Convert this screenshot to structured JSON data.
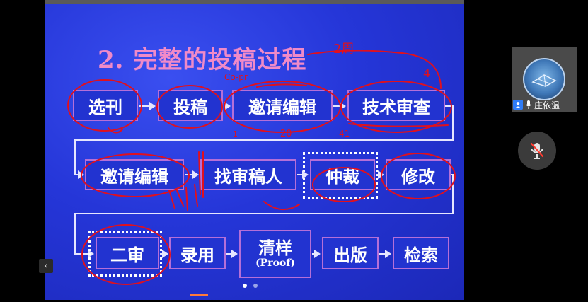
{
  "slide": {
    "title": "2. 完整的投稿过程",
    "row1": [
      "选刊",
      "投稿",
      "邀请编辑",
      "技术审查"
    ],
    "row2": [
      "邀请编辑",
      "找审稿人",
      "仲裁",
      "修改"
    ],
    "row3": [
      "二审",
      "录用",
      "清样",
      "出版",
      "检索"
    ],
    "proof_label": "(Proof)",
    "annotations": {
      "two_weeks": "2周",
      "copr": "Co-pr",
      "four": "4",
      "one": "1",
      "twenty": "20",
      "fortyone": "41"
    }
  },
  "pager": {
    "total": 2,
    "current": 1
  },
  "participant": {
    "name": "庄依温"
  },
  "colors": {
    "slide_bg": "#2536d8",
    "title": "#f08ac8",
    "box_border": "#b56fd8",
    "ink": "#e0101e"
  }
}
